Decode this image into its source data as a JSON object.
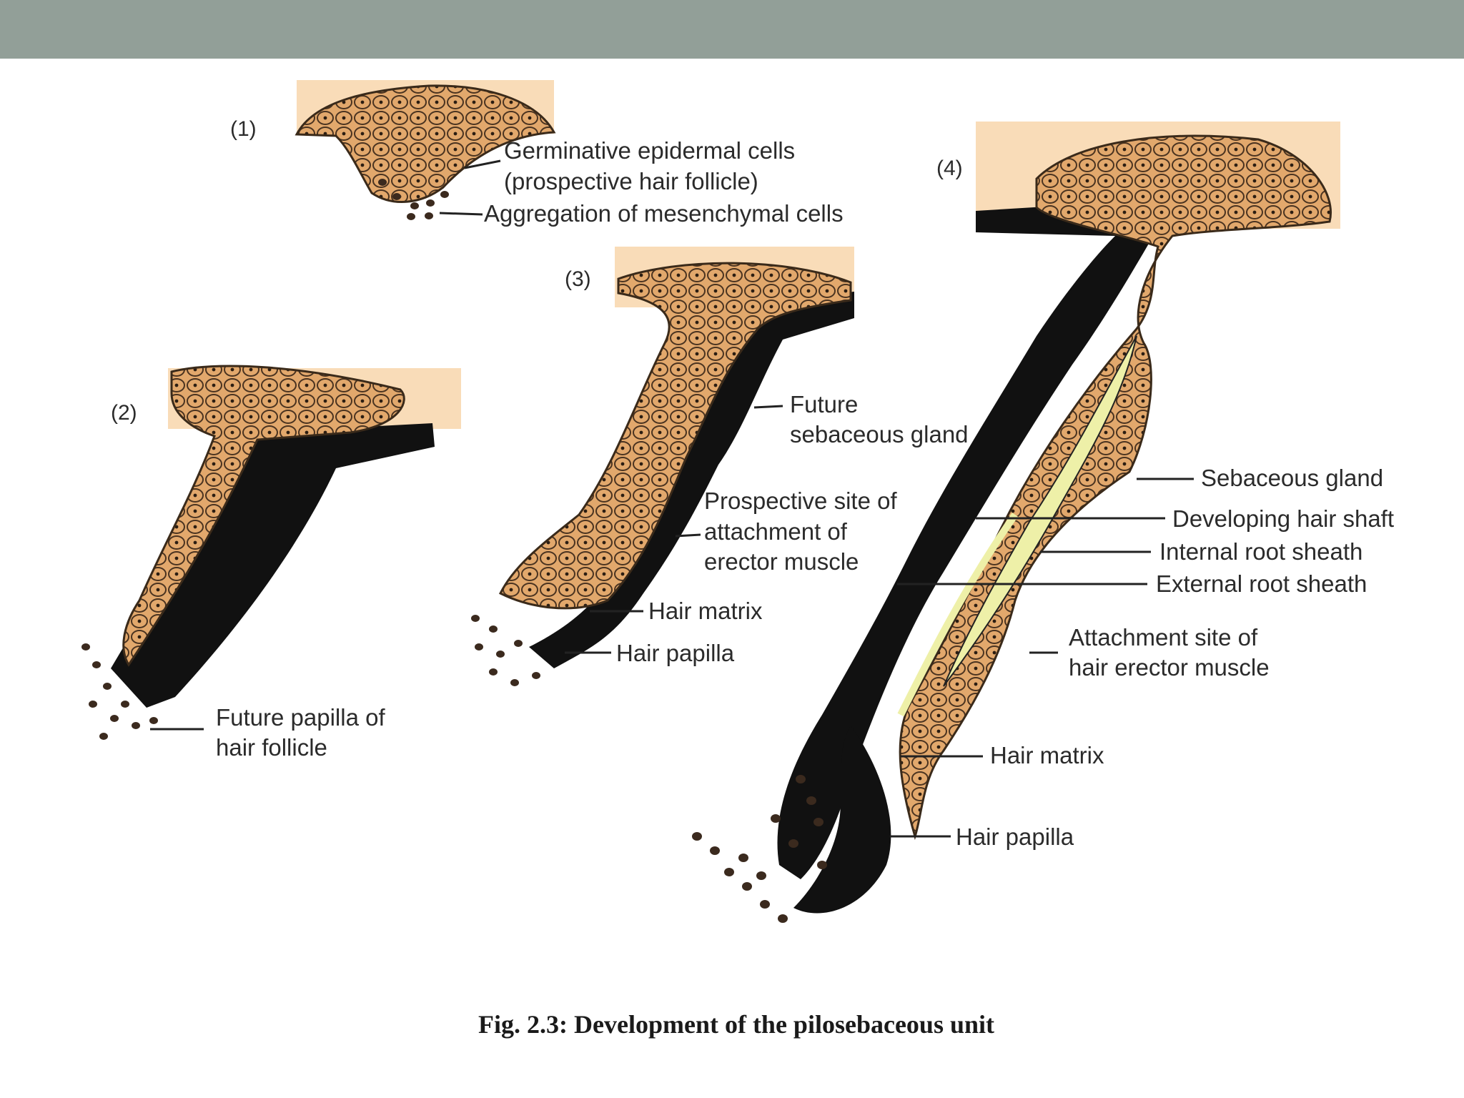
{
  "colors": {
    "header_bar": "#929f98",
    "skin": "#f9dcb8",
    "cells": "#e2a86c",
    "hair_sheath": "#111111",
    "hair_shaft": "#eef0a8"
  },
  "stages": {
    "s1": "(1)",
    "s2": "(2)",
    "s3": "(3)",
    "s4": "(4)"
  },
  "labels": {
    "germinative_1": "Germinative epidermal cells",
    "germinative_2": "(prospective hair follicle)",
    "aggregation": "Aggregation of mesenchymal cells",
    "future_papilla_1": "Future papilla of",
    "future_papilla_2": "hair follicle",
    "future_sebaceous_1": "Future",
    "future_sebaceous_2": "sebaceous gland",
    "prospective_1": "Prospective site of",
    "prospective_2": "attachment of",
    "prospective_3": "erector muscle",
    "hair_matrix_3": "Hair matrix",
    "hair_papilla_3": "Hair papilla",
    "sebaceous_gland": "Sebaceous gland",
    "developing_shaft": "Developing hair shaft",
    "internal_root": "Internal root sheath",
    "external_root": "External root sheath",
    "attachment_1": "Attachment site of",
    "attachment_2": "hair erector muscle",
    "hair_matrix_4": "Hair matrix",
    "hair_papilla_4": "Hair papilla"
  },
  "caption": "Fig. 2.3: Development of the pilosebaceous unit"
}
